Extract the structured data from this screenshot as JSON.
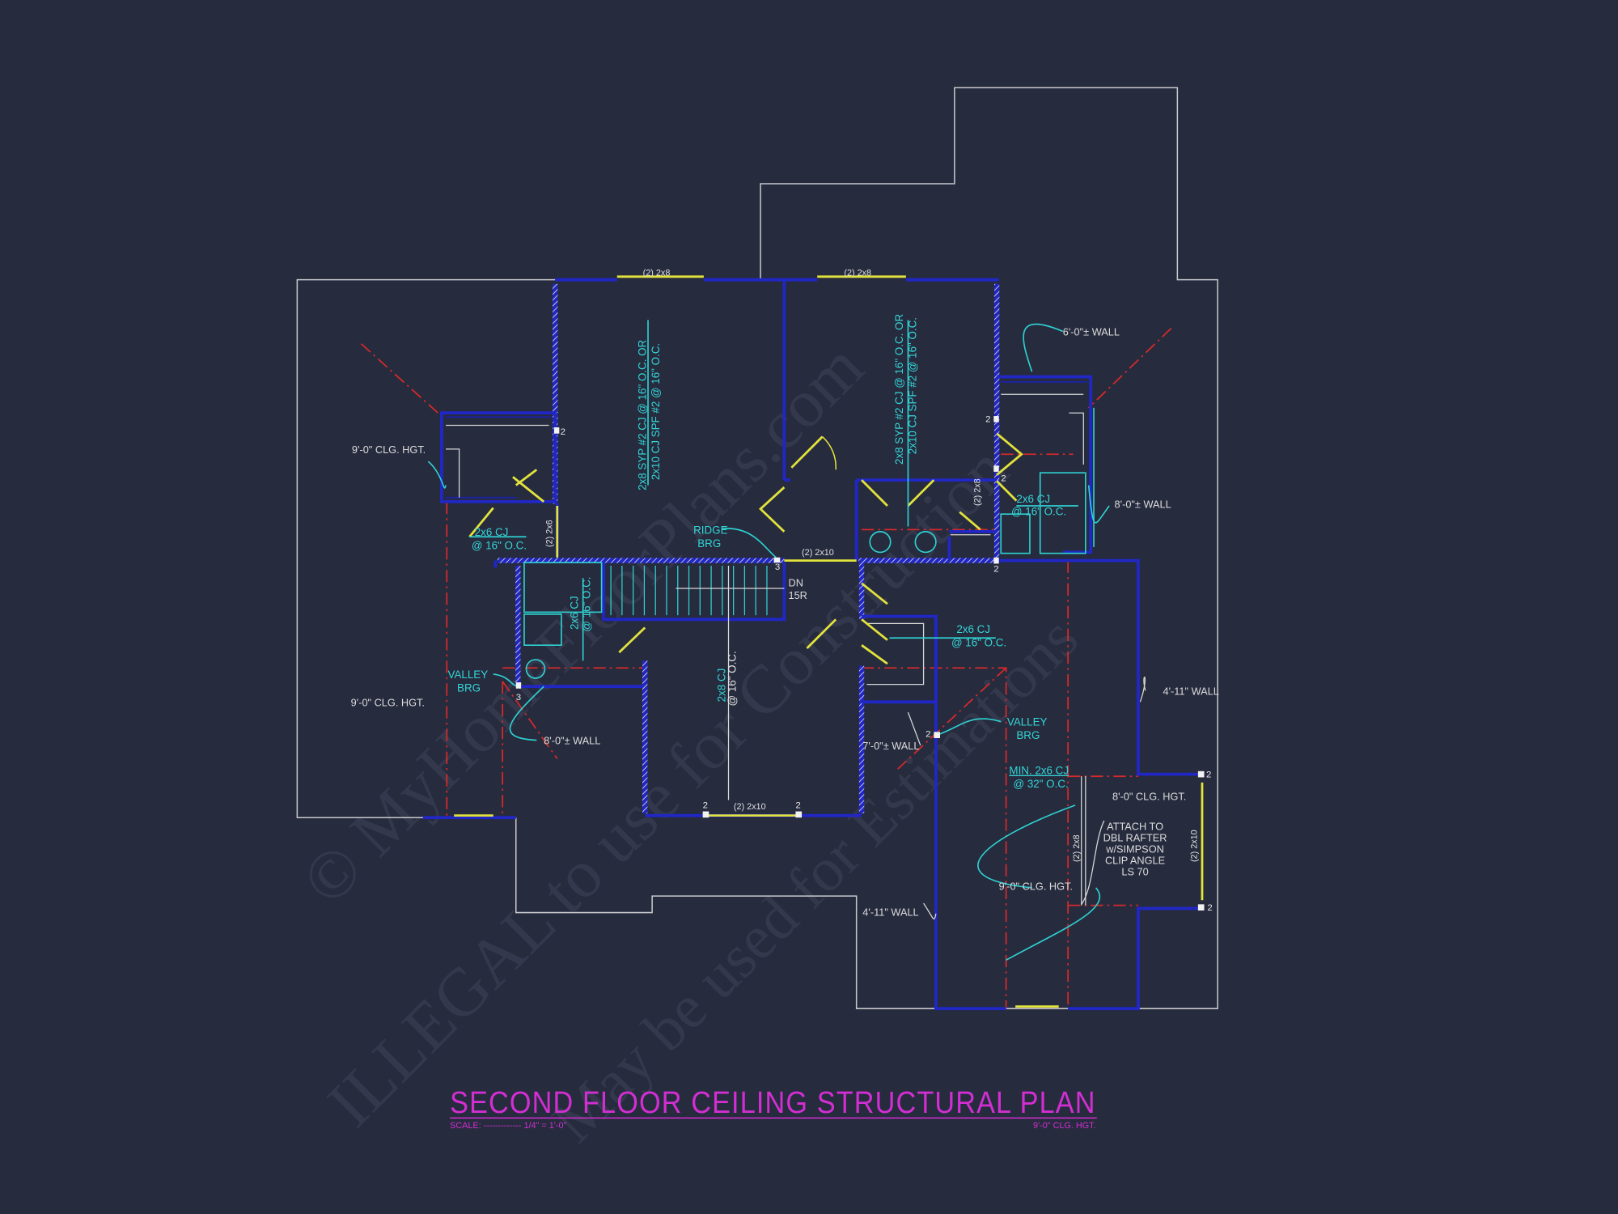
{
  "title": "SECOND FLOOR CEILING STRUCTURAL PLAN",
  "scale_label": "SCALE: ------------- 1/4\" = 1'-0\"",
  "title_ceiling": "9'-0\" CLG. HGT.",
  "colors": {
    "background": "#262b3e",
    "walls": "#2127c4",
    "annotation": "#34d6d6",
    "doors_headers": "#e2e23c",
    "valley_lines": "#d42a2a",
    "title": "#d22ed2",
    "roof_outline": "#c8c8cc"
  },
  "watermark": [
    "© MyHomeFloorPlans.com",
    "ILLEGAL to use for Construction",
    "May be used for Estimations"
  ],
  "headers": {
    "bed1_top": "(2) 2x8",
    "bed2_top": "(2) 2x8",
    "hall_ridge": "(2) 2x10",
    "loft_bottom": "(2) 2x10",
    "closet_left": "(2) 2x6",
    "bath_right": "(2) 2x8",
    "attach_beam": "(2) 2x8",
    "right_window": "(2) 2x10"
  },
  "joists": {
    "bed1": [
      "2x8 SYP #2 CJ @ 16\" O.C. OR",
      "2x10 CJ SPF #2 @ 16\" O.C."
    ],
    "bed2": [
      "2x8 SYP #2 CJ @ 16\" O.C. OR",
      "2x10 CJ SPF #2 @ 16\" O.C."
    ],
    "closet_left": [
      "2x6 CJ",
      "@ 16\" O.C."
    ],
    "bath_left": [
      "2x6 CJ",
      "@ 16\" O.C."
    ],
    "bath_right": [
      "2x6 CJ",
      "@ 16\" O.C."
    ],
    "loft": [
      "2x8 CJ",
      "@ 16\" O.C."
    ],
    "closet_right": [
      "2x6 CJ",
      "@ 16\" O.C."
    ],
    "bonus": [
      "MIN. 2x6 CJ",
      "@ 32\" O.C."
    ]
  },
  "labels": {
    "ridge_brg": [
      "RIDGE",
      "BRG"
    ],
    "valley_brg_left": [
      "VALLEY",
      "BRG"
    ],
    "valley_brg_right": [
      "VALLEY",
      "BRG"
    ],
    "stair": [
      "DN",
      "15R"
    ],
    "clg_left_upper": "9'-0\" CLG. HGT.",
    "clg_left_lower": "9'-0\" CLG. HGT.",
    "clg_bonus_upper": "8'-0\" CLG. HGT.",
    "clg_bonus_lower": "9'-0\" CLG. HGT.",
    "wall_6": "6'-0\"± WALL",
    "wall_8_right": "8'-0\"± WALL",
    "wall_8_left": "8'-0\"± WALL",
    "wall_7": "7'-0\"± WALL",
    "wall_411_right": "4'-11\" WALL",
    "wall_411_bottom": "4'-11\" WALL",
    "attach_note": [
      "ATTACH TO",
      "DBL RAFTER",
      "w/SIMPSON",
      "CLIP ANGLE",
      "LS 70"
    ]
  },
  "posts": {
    "p2": "2",
    "p3": "3"
  }
}
